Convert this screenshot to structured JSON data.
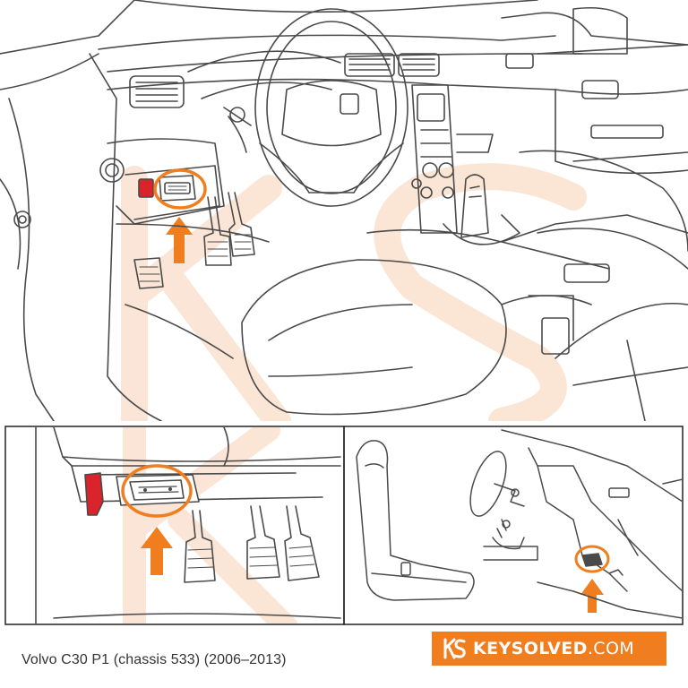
{
  "caption": "Volvo C30 P1 (chassis 533) (2006–2013)",
  "brand": {
    "logo_mark": "KS",
    "name_bold": "KEYSOLVED",
    "name_suffix": ".COM",
    "background": "#f07d1e"
  },
  "colors": {
    "line": "#4a4a4a",
    "highlight": "#f07d1e",
    "watermark": "#fbe3d2",
    "red_lever": "#d9242b"
  },
  "icons": [
    "arrow-up-icon",
    "obd-port-icon",
    "logo-ks-icon"
  ]
}
